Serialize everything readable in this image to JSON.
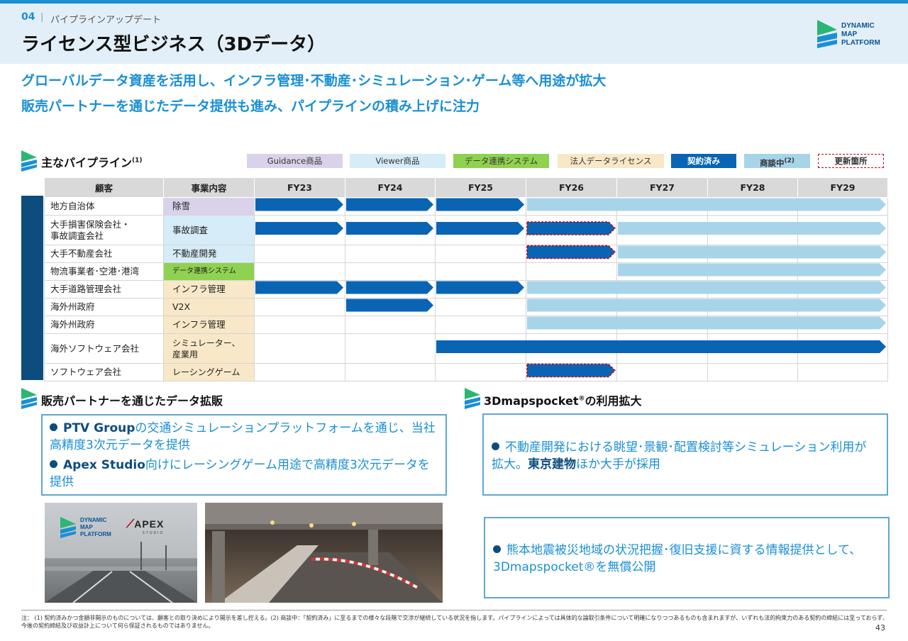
{
  "header": {
    "section_number": "04",
    "section_label": "パイプラインアップデート",
    "title": "ライセンス型ビジネス（3Dデータ）",
    "logo_text": [
      "DYNAMIC",
      "MAP",
      "PLATFORM"
    ]
  },
  "lead": {
    "line1": "グローバルデータ資産を活用し、インフラ管理･不動産･シミュレーション･ゲーム等へ用途が拡大",
    "line2": "販売パートナーを通じたデータ提供も進み、パイプラインの積み上げに注力"
  },
  "pipeline": {
    "heading": "主なパイプライン",
    "heading_note": "(1)",
    "legend": [
      {
        "label": "Guidance商品",
        "color": "#d9d2ea"
      },
      {
        "label": "Viewer商品",
        "color": "#d6ecf8"
      },
      {
        "label": "データ連携システム",
        "color": "#8fd150"
      },
      {
        "label": "法人データライセンス",
        "color": "#f8e8c8"
      },
      {
        "label": "契約済み",
        "color": "#0a64b4"
      },
      {
        "label": "商談中",
        "note": "(2)",
        "color": "#a8d4ea"
      },
      {
        "label": "更新箇所",
        "color": "#c0001a"
      }
    ],
    "columns": {
      "customer": "顧客",
      "business": "事業内容",
      "years": [
        "FY23",
        "FY24",
        "FY25",
        "FY26",
        "FY27",
        "FY28",
        "FY29"
      ]
    },
    "rows": [
      {
        "customer": "地方自治体",
        "business": "除雪",
        "category": "guidance",
        "contracted": [
          0,
          3
        ],
        "negotiating": [
          3,
          7
        ],
        "updated": []
      },
      {
        "customer": "大手損害保険会社・\n事故調査会社",
        "business": "事故調査",
        "category": "viewer",
        "contracted": [
          0,
          4
        ],
        "negotiating": [
          4,
          7
        ],
        "updated": [
          3
        ]
      },
      {
        "customer": "大手不動産会社",
        "business": "不動産開発",
        "category": "viewer",
        "contracted": [
          3,
          4
        ],
        "negotiating": [
          4,
          7
        ],
        "updated": [
          3
        ]
      },
      {
        "customer": "物流事業者･空港･港湾",
        "business": "データ連携システム",
        "category": "datalink",
        "contracted": null,
        "negotiating": [
          4,
          7
        ],
        "updated": []
      },
      {
        "customer": "大手道路管理会社",
        "business": "インフラ管理",
        "category": "license",
        "contracted": [
          0,
          3
        ],
        "negotiating": [
          3,
          7
        ],
        "updated": []
      },
      {
        "customer": "海外州政府",
        "business": "V2X",
        "category": "license",
        "contracted": [
          1,
          2
        ],
        "negotiating": [
          3,
          7
        ],
        "updated": []
      },
      {
        "customer": "海外州政府",
        "business": "インフラ管理",
        "category": "license",
        "contracted": null,
        "negotiating": [
          3,
          7
        ],
        "updated": []
      },
      {
        "customer": "海外ソフトウェア会社",
        "business": "シミュレーター、\n産業用",
        "category": "license",
        "contracted": [
          2,
          7
        ],
        "negotiating": null,
        "updated": []
      },
      {
        "customer": "ソフトウェア会社",
        "business": "レーシングゲーム",
        "category": "license",
        "contracted": [
          3,
          4
        ],
        "negotiating": null,
        "updated": [
          3
        ]
      }
    ]
  },
  "sales_partner": {
    "heading": "販売パートナーを通じたデータ拡販",
    "bullets": [
      {
        "strong": "PTV Group",
        "text": "の交通シミュレーションプラットフォームを通じ、当社高精度3次元データを提供"
      },
      {
        "strong": "Apex Studio",
        "text": "向けにレーシングゲーム用途で高精度3次元データを提供"
      }
    ],
    "photo_logo_text": [
      "DYNAMIC",
      "MAP",
      "PLATFORM"
    ],
    "apex_logo": "APEX",
    "apex_sub": "STUDIO"
  },
  "mapspocket": {
    "heading": "3Dmapspocket",
    "heading_reg": "®",
    "heading_suffix": "の利用拡大",
    "bullet1_a": "不動産開発における眺望･景観･配置検討等シミュレーション利用が拡大。",
    "bullet1_strong": "東京建物",
    "bullet1_b": "ほか大手が採用",
    "bullet2": "熊本地震被災地域の状況把握･復旧支援に資する情報提供として、3Dmapspocket®を無償公開"
  },
  "footnote": "注： (1) 契約済みかつ金額非開示のものについては、顧客との取り決めにより開示を差し控える。(2) 商談中：「契約済み」に至るまでの様々な段階で交渉が継続している状況を指します。パイプラインによっては具体的な論取引条件について明確になりつつあるものも含まれますが、いずれも法的拘束力のある契約の締結には至っておらず、今後の契約締結及び収益計上について何ら保証されるものではありません。",
  "page_number": "43",
  "colors": {
    "accent": "#1a8fd4",
    "navy": "#0d4d7e",
    "contracted": "#0a64b4",
    "negotiating": "#a8d4ea",
    "updated": "#c0001a"
  }
}
